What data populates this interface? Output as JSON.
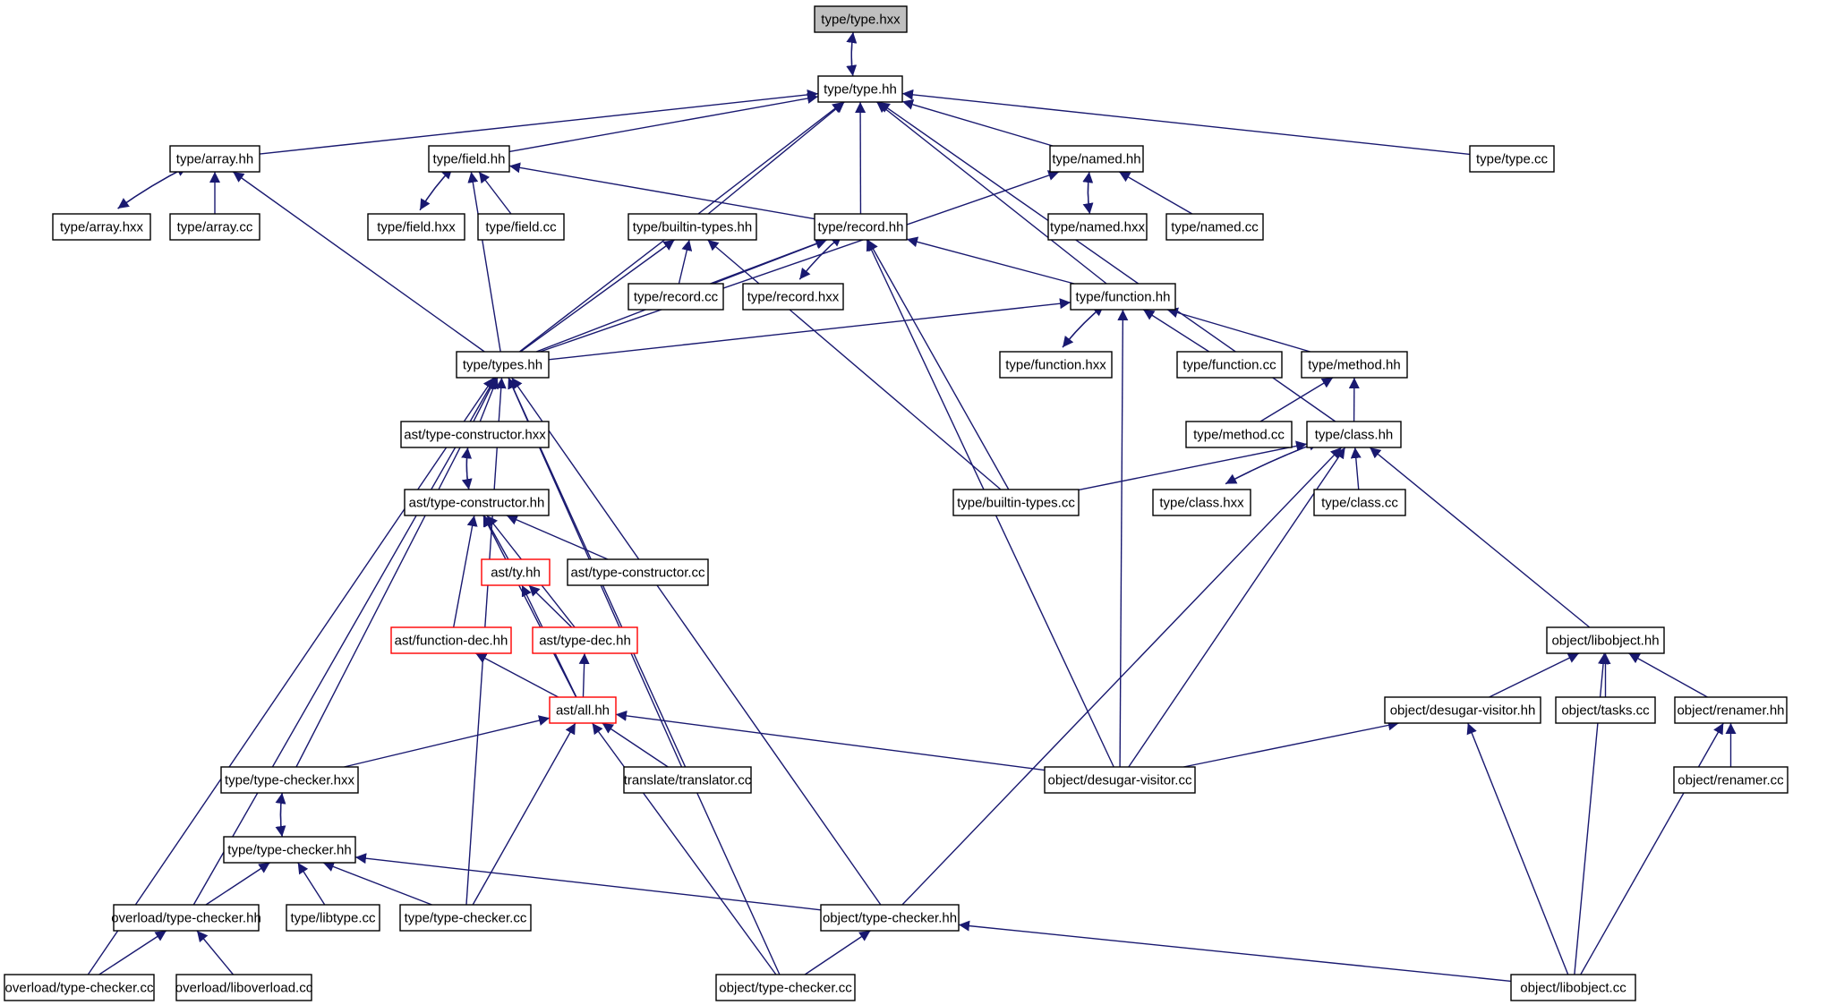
{
  "graph": {
    "node_colors": {
      "root_fill": "#bfbfbf",
      "fill": "#ffffff",
      "border": "#000000",
      "truncated_border": "#ff0000",
      "edge": "#191970"
    },
    "nodes": [
      {
        "id": "type-type-hxx",
        "label": "type/type.hxx",
        "root": true
      },
      {
        "id": "type-type-hh",
        "label": "type/type.hh"
      },
      {
        "id": "type-array-hh",
        "label": "type/array.hh"
      },
      {
        "id": "type-field-hh",
        "label": "type/field.hh"
      },
      {
        "id": "type-named-hh",
        "label": "type/named.hh"
      },
      {
        "id": "type-type-cc",
        "label": "type/type.cc"
      },
      {
        "id": "type-array-hxx",
        "label": "type/array.hxx"
      },
      {
        "id": "type-array-cc",
        "label": "type/array.cc"
      },
      {
        "id": "type-field-hxx",
        "label": "type/field.hxx"
      },
      {
        "id": "type-field-cc",
        "label": "type/field.cc"
      },
      {
        "id": "type-builtin-types-hh",
        "label": "type/builtin-types.hh"
      },
      {
        "id": "type-record-hh",
        "label": "type/record.hh"
      },
      {
        "id": "type-named-hxx",
        "label": "type/named.hxx"
      },
      {
        "id": "type-named-cc",
        "label": "type/named.cc"
      },
      {
        "id": "type-record-cc",
        "label": "type/record.cc"
      },
      {
        "id": "type-record-hxx",
        "label": "type/record.hxx"
      },
      {
        "id": "type-function-hh",
        "label": "type/function.hh"
      },
      {
        "id": "type-types-hh",
        "label": "type/types.hh"
      },
      {
        "id": "type-function-hxx",
        "label": "type/function.hxx"
      },
      {
        "id": "type-function-cc",
        "label": "type/function.cc"
      },
      {
        "id": "type-method-hh",
        "label": "type/method.hh"
      },
      {
        "id": "ast-type-constructor-hxx",
        "label": "ast/type-constructor.hxx"
      },
      {
        "id": "type-method-cc",
        "label": "type/method.cc"
      },
      {
        "id": "type-class-hh",
        "label": "type/class.hh"
      },
      {
        "id": "ast-type-constructor-hh",
        "label": "ast/type-constructor.hh"
      },
      {
        "id": "type-builtin-types-cc",
        "label": "type/builtin-types.cc"
      },
      {
        "id": "type-class-hxx",
        "label": "type/class.hxx"
      },
      {
        "id": "type-class-cc",
        "label": "type/class.cc"
      },
      {
        "id": "ast-ty-hh",
        "label": "ast/ty.hh",
        "truncated": true
      },
      {
        "id": "ast-type-constructor-cc",
        "label": "ast/type-constructor.cc"
      },
      {
        "id": "ast-function-dec-hh",
        "label": "ast/function-dec.hh",
        "truncated": true
      },
      {
        "id": "ast-type-dec-hh",
        "label": "ast/type-dec.hh",
        "truncated": true
      },
      {
        "id": "object-libobject-hh",
        "label": "object/libobject.hh"
      },
      {
        "id": "ast-all-hh",
        "label": "ast/all.hh",
        "truncated": true
      },
      {
        "id": "object-desugar-visitor-hh",
        "label": "object/desugar-visitor.hh"
      },
      {
        "id": "object-tasks-cc",
        "label": "object/tasks.cc"
      },
      {
        "id": "object-renamer-hh",
        "label": "object/renamer.hh"
      },
      {
        "id": "type-type-checker-hxx",
        "label": "type/type-checker.hxx"
      },
      {
        "id": "translate-translator-cc",
        "label": "translate/translator.cc"
      },
      {
        "id": "object-desugar-visitor-cc",
        "label": "object/desugar-visitor.cc"
      },
      {
        "id": "object-renamer-cc",
        "label": "object/renamer.cc"
      },
      {
        "id": "type-type-checker-hh",
        "label": "type/type-checker.hh"
      },
      {
        "id": "overload-type-checker-hh",
        "label": "overload/type-checker.hh"
      },
      {
        "id": "type-libtype-cc",
        "label": "type/libtype.cc"
      },
      {
        "id": "type-type-checker-cc",
        "label": "type/type-checker.cc"
      },
      {
        "id": "object-type-checker-hh",
        "label": "object/type-checker.hh"
      },
      {
        "id": "overload-type-checker-cc",
        "label": "overload/type-checker.cc"
      },
      {
        "id": "overload-liboverload-cc",
        "label": "overload/liboverload.cc"
      },
      {
        "id": "object-type-checker-cc",
        "label": "object/type-checker.cc"
      },
      {
        "id": "object-libobject-cc",
        "label": "object/libobject.cc"
      }
    ],
    "edges": [
      [
        "type-type-hh",
        "type-type-hxx"
      ],
      [
        "type-type-hxx",
        "type-type-hh"
      ],
      [
        "type-array-hh",
        "type-type-hh"
      ],
      [
        "type-field-hh",
        "type-type-hh"
      ],
      [
        "type-named-hh",
        "type-type-hh"
      ],
      [
        "type-type-cc",
        "type-type-hh"
      ],
      [
        "type-builtin-types-hh",
        "type-type-hh"
      ],
      [
        "type-record-hh",
        "type-type-hh"
      ],
      [
        "type-types-hh",
        "type-type-hh"
      ],
      [
        "type-function-hh",
        "type-type-hh"
      ],
      [
        "type-class-hh",
        "type-type-hh"
      ],
      [
        "type-array-hxx",
        "type-array-hh"
      ],
      [
        "type-array-hh",
        "type-array-hxx"
      ],
      [
        "type-array-cc",
        "type-array-hh"
      ],
      [
        "type-types-hh",
        "type-array-hh"
      ],
      [
        "type-field-hxx",
        "type-field-hh"
      ],
      [
        "type-field-hh",
        "type-field-hxx"
      ],
      [
        "type-field-cc",
        "type-field-hh"
      ],
      [
        "type-types-hh",
        "type-field-hh"
      ],
      [
        "type-record-hh",
        "type-field-hh"
      ],
      [
        "type-named-hxx",
        "type-named-hh"
      ],
      [
        "type-named-hh",
        "type-named-hxx"
      ],
      [
        "type-named-cc",
        "type-named-hh"
      ],
      [
        "type-types-hh",
        "type-named-hh"
      ],
      [
        "type-record-cc",
        "type-builtin-types-hh"
      ],
      [
        "type-types-hh",
        "type-builtin-types-hh"
      ],
      [
        "type-builtin-types-cc",
        "type-builtin-types-hh"
      ],
      [
        "type-record-cc",
        "type-record-hh"
      ],
      [
        "type-record-hxx",
        "type-record-hh"
      ],
      [
        "type-record-hh",
        "type-record-hxx"
      ],
      [
        "type-function-hh",
        "type-record-hh"
      ],
      [
        "type-types-hh",
        "type-record-hh"
      ],
      [
        "type-builtin-types-cc",
        "type-record-hh"
      ],
      [
        "object-desugar-visitor-cc",
        "type-record-hh"
      ],
      [
        "type-function-hxx",
        "type-function-hh"
      ],
      [
        "type-function-hh",
        "type-function-hxx"
      ],
      [
        "type-function-cc",
        "type-function-hh"
      ],
      [
        "type-method-hh",
        "type-function-hh"
      ],
      [
        "type-types-hh",
        "type-function-hh"
      ],
      [
        "object-desugar-visitor-cc",
        "type-function-hh"
      ],
      [
        "type-method-cc",
        "type-method-hh"
      ],
      [
        "type-class-hh",
        "type-method-hh"
      ],
      [
        "type-class-hxx",
        "type-class-hh"
      ],
      [
        "type-class-hh",
        "type-class-hxx"
      ],
      [
        "type-class-cc",
        "type-class-hh"
      ],
      [
        "type-builtin-types-cc",
        "type-class-hh"
      ],
      [
        "object-libobject-hh",
        "type-class-hh"
      ],
      [
        "object-desugar-visitor-cc",
        "type-class-hh"
      ],
      [
        "object-type-checker-hh",
        "type-class-hh"
      ],
      [
        "ast-type-constructor-hxx",
        "type-types-hh"
      ],
      [
        "type-type-checker-hxx",
        "type-types-hh"
      ],
      [
        "overload-type-checker-hh",
        "type-types-hh"
      ],
      [
        "overload-type-checker-cc",
        "type-types-hh"
      ],
      [
        "type-type-checker-cc",
        "type-types-hh"
      ],
      [
        "translate-translator-cc",
        "type-types-hh"
      ],
      [
        "object-type-checker-cc",
        "type-types-hh"
      ],
      [
        "object-type-checker-hh",
        "type-types-hh"
      ],
      [
        "ast-type-constructor-hh",
        "ast-type-constructor-hxx"
      ],
      [
        "ast-type-constructor-hxx",
        "ast-type-constructor-hh"
      ],
      [
        "ast-ty-hh",
        "ast-type-constructor-hh"
      ],
      [
        "ast-type-constructor-cc",
        "ast-type-constructor-hh"
      ],
      [
        "ast-function-dec-hh",
        "ast-type-constructor-hh"
      ],
      [
        "ast-type-dec-hh",
        "ast-type-constructor-hh"
      ],
      [
        "ast-all-hh",
        "ast-type-constructor-hh"
      ],
      [
        "ast-type-dec-hh",
        "ast-ty-hh"
      ],
      [
        "ast-all-hh",
        "ast-ty-hh"
      ],
      [
        "ast-all-hh",
        "ast-function-dec-hh"
      ],
      [
        "ast-all-hh",
        "ast-type-dec-hh"
      ],
      [
        "type-type-checker-hxx",
        "ast-all-hh"
      ],
      [
        "translate-translator-cc",
        "ast-all-hh"
      ],
      [
        "object-desugar-visitor-cc",
        "ast-all-hh"
      ],
      [
        "type-type-checker-cc",
        "ast-all-hh"
      ],
      [
        "object-type-checker-cc",
        "ast-all-hh"
      ],
      [
        "object-desugar-visitor-hh",
        "object-libobject-hh"
      ],
      [
        "object-tasks-cc",
        "object-libobject-hh"
      ],
      [
        "object-renamer-hh",
        "object-libobject-hh"
      ],
      [
        "object-libobject-cc",
        "object-libobject-hh"
      ],
      [
        "object-desugar-visitor-cc",
        "object-desugar-visitor-hh"
      ],
      [
        "object-libobject-cc",
        "object-desugar-visitor-hh"
      ],
      [
        "object-renamer-cc",
        "object-renamer-hh"
      ],
      [
        "object-libobject-cc",
        "object-renamer-hh"
      ],
      [
        "type-type-checker-hh",
        "type-type-checker-hxx"
      ],
      [
        "type-type-checker-hxx",
        "type-type-checker-hh"
      ],
      [
        "overload-type-checker-hh",
        "type-type-checker-hh"
      ],
      [
        "type-libtype-cc",
        "type-type-checker-hh"
      ],
      [
        "type-type-checker-cc",
        "type-type-checker-hh"
      ],
      [
        "object-type-checker-hh",
        "type-type-checker-hh"
      ],
      [
        "overload-type-checker-cc",
        "overload-type-checker-hh"
      ],
      [
        "overload-liboverload-cc",
        "overload-type-checker-hh"
      ],
      [
        "object-type-checker-cc",
        "object-type-checker-hh"
      ],
      [
        "object-libobject-cc",
        "object-type-checker-hh"
      ]
    ]
  }
}
